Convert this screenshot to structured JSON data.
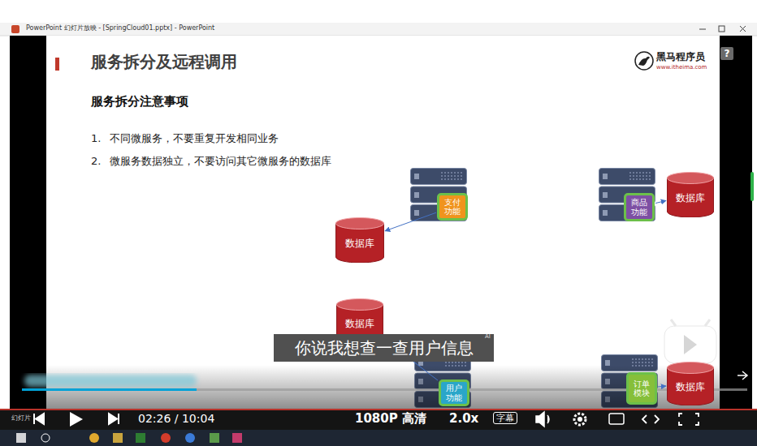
{
  "diagram": {
    "title": "服务拆分及远程调用",
    "nodes": [
      {
        "text": [
          "支付功能"
        ]
      },
      {
        "text": [
          "数据库"
        ]
      },
      {
        "text": [
          "商品功能"
        ]
      },
      {
        "text": [
          "数据库"
        ]
      },
      {
        "text": [
          "数据库"
        ]
      },
      {
        "text": [
          "用户功能"
        ]
      },
      {
        "text": [
          "订单模块"
        ]
      },
      {
        "text": [
          "数据库"
        ]
      }
    ],
    "edges": [
      {
        "from": 0,
        "to": 1,
        "arrow": "to"
      },
      {
        "from": 2,
        "to": 3,
        "arrow": "to"
      },
      {
        "from": 5,
        "to": 4,
        "arrow": "to"
      },
      {
        "from": 6,
        "to": 7,
        "arrow": "to"
      }
    ],
    "labels": [
      "PowerPoint 幻灯片放映 - [SpringCloud01.pptx] - PowerPoint",
      "黑马程序员",
      "www.itheima.com",
      "?",
      "服务拆分注意事项",
      "1.",
      "不同微服务，不要重复开发相同业务",
      "2.",
      "微服务数据独立，不要访问其它微服务的数据库",
      "你说我想查一查用户信息",
      "AI",
      "幻灯片",
      "02:26 / 10:04",
      "1080P 高清",
      "2.0x",
      "字幕"
    ]
  }
}
